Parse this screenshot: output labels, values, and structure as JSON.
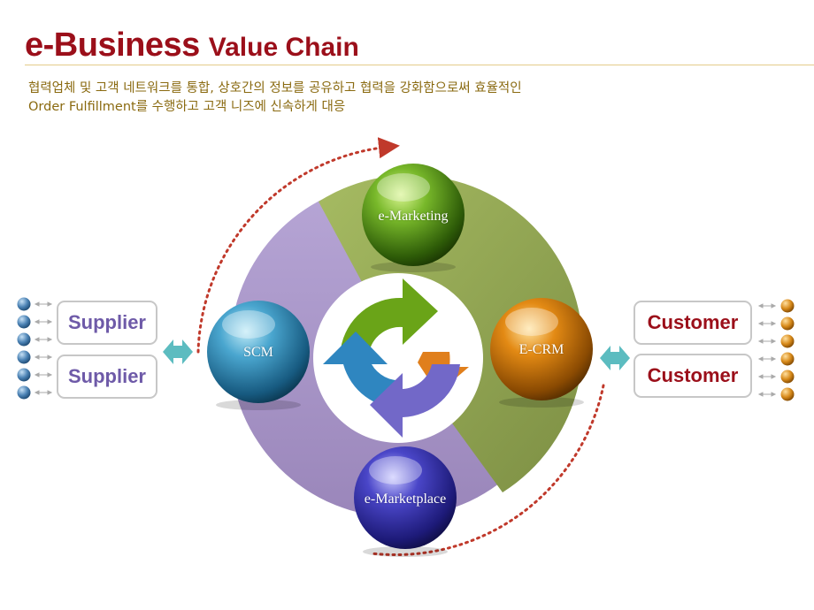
{
  "header": {
    "title_main": "e-Business",
    "title_rest": "Value Chain",
    "subtitle_line1": "협력업체 및 고객 네트워크를 통합, 상호간의 정보를 공유하고 협력을 강화함으로써 효율적인",
    "subtitle_line2": "Order Fulfillment를 수행하고 고객 니즈에 신속하게 대응"
  },
  "spheres": {
    "top": "e-Marketing",
    "left": "SCM",
    "right": "E-CRM",
    "bottom": "e-Marketplace"
  },
  "left_boxes": [
    "Supplier",
    "Supplier"
  ],
  "right_boxes": [
    "Customer",
    "Customer"
  ],
  "colors": {
    "title": "#9b0f1a",
    "subtitle": "#8a6a10",
    "supplier_text": "#6e5aa8",
    "customer_text": "#9b0f1a",
    "purple_segment": "#a997c6",
    "green_segment": "#97a85a",
    "dotted_arc": "#c0392b",
    "connector_arrow": "#5cbcc0"
  }
}
